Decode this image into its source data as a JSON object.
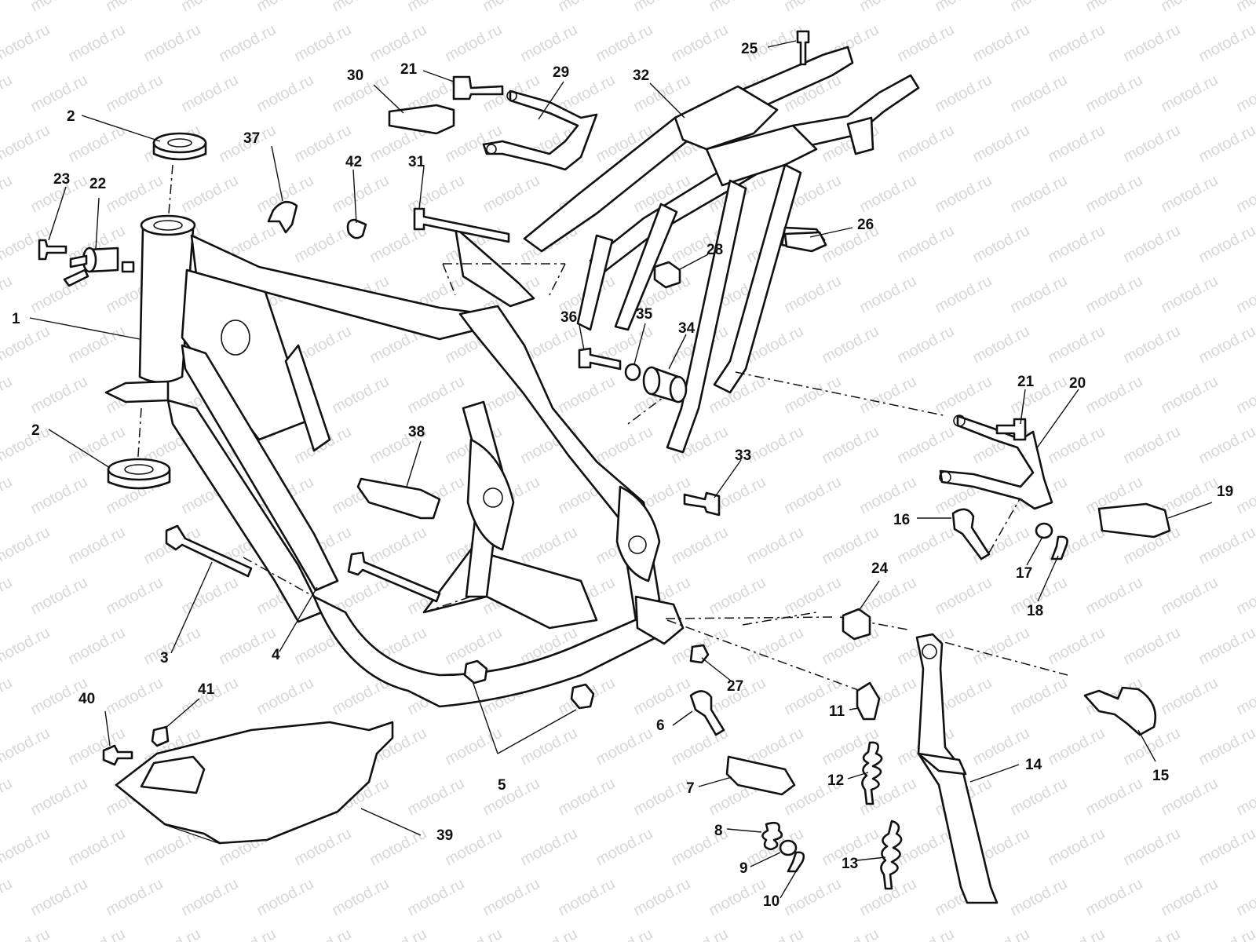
{
  "watermark": {
    "text": "motod.ru"
  },
  "callouts": [
    {
      "label": "1"
    },
    {
      "label": "2"
    },
    {
      "label": "2"
    },
    {
      "label": "3"
    },
    {
      "label": "4"
    },
    {
      "label": "5"
    },
    {
      "label": "6"
    },
    {
      "label": "7"
    },
    {
      "label": "8"
    },
    {
      "label": "9"
    },
    {
      "label": "10"
    },
    {
      "label": "11"
    },
    {
      "label": "12"
    },
    {
      "label": "13"
    },
    {
      "label": "14"
    },
    {
      "label": "15"
    },
    {
      "label": "16"
    },
    {
      "label": "17"
    },
    {
      "label": "18"
    },
    {
      "label": "19"
    },
    {
      "label": "20"
    },
    {
      "label": "21"
    },
    {
      "label": "21"
    },
    {
      "label": "22"
    },
    {
      "label": "23"
    },
    {
      "label": "24"
    },
    {
      "label": "25"
    },
    {
      "label": "26"
    },
    {
      "label": "27"
    },
    {
      "label": "28"
    },
    {
      "label": "29"
    },
    {
      "label": "30"
    },
    {
      "label": "31"
    },
    {
      "label": "32"
    },
    {
      "label": "33"
    },
    {
      "label": "34"
    },
    {
      "label": "35"
    },
    {
      "label": "36"
    },
    {
      "label": "37"
    },
    {
      "label": "38"
    },
    {
      "label": "39"
    },
    {
      "label": "40"
    },
    {
      "label": "41"
    },
    {
      "label": "42"
    }
  ]
}
